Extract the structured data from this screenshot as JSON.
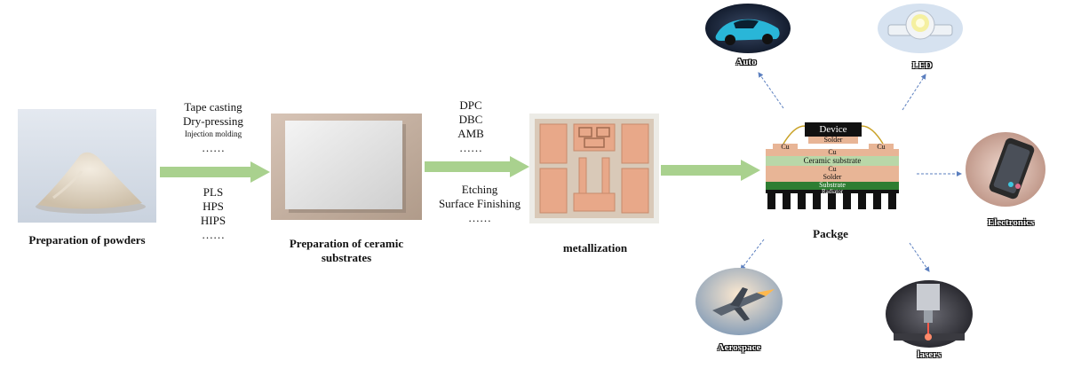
{
  "stages": {
    "powders": "Preparation of powders",
    "substrates_line1": "Preparation of ceramic",
    "substrates_line2": "substrates",
    "metallization": "metallization",
    "package": "Packge"
  },
  "forming_methods": {
    "group1": [
      "Tape casting",
      "Dry-pressing"
    ],
    "group1_small": "Injection molding",
    "group1_more": "……",
    "group2": [
      "PLS",
      "HPS",
      "HIPS"
    ],
    "group2_more": "……"
  },
  "metallization_methods": {
    "group1": [
      "DPC",
      "DBC",
      "AMB"
    ],
    "group1_more": "……",
    "group2": [
      "Etching",
      "Surface Finishing"
    ],
    "group2_more": "……"
  },
  "package_layers": {
    "device": "Device",
    "solder_top": "Solder",
    "cu_left": "Cu",
    "cu_right": "Cu",
    "cu_mid": "Cu",
    "ceramic": "Ceramic substrate",
    "cu_bottom": "Cu",
    "solder_bottom": "Solder",
    "substrate": "Substrate",
    "radiator": "Radiator"
  },
  "applications": {
    "auto": "Auto",
    "led": "LED",
    "electronics": "Electronics",
    "aerospace": "Aerospace",
    "lasers": "lasers"
  },
  "colors": {
    "arrow_green": "#a9d18e",
    "copper": "#e8b596",
    "ceramic": "#b9d7a8",
    "dark_green": "#2e7d32",
    "device": "#111111"
  }
}
